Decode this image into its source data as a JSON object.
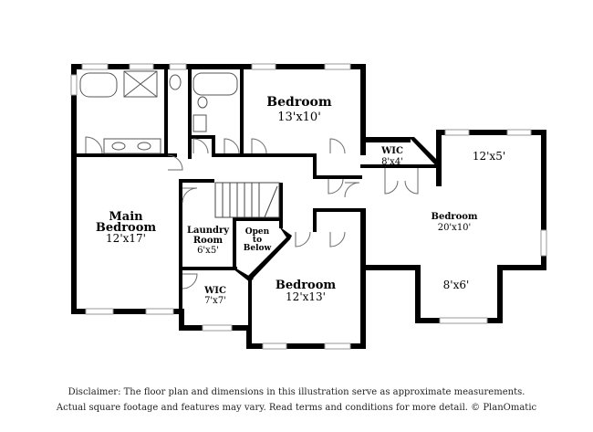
{
  "rooms": {
    "bedroom_top": {
      "name": "Bedroom",
      "size": "13'x10'"
    },
    "wic_right": {
      "name": "WIC",
      "size": "8'x4'"
    },
    "bedroom_right": {
      "name": "Bedroom",
      "size": "20'x10'"
    },
    "dim_upper": "12'x5'",
    "dim_lower": "8'x6'",
    "main_bedroom": {
      "line1": "Main",
      "line2": "Bedroom",
      "size": "12'x17'"
    },
    "laundry": {
      "line1": "Laundry",
      "line2": "Room",
      "size": "6'x5'"
    },
    "open_below": {
      "line1": "Open",
      "line2": "to",
      "line3": "Below"
    },
    "wic_left": {
      "name": "WIC",
      "size": "7'x7'"
    },
    "bedroom_bottom": {
      "name": "Bedroom",
      "size": "12'x13'"
    }
  },
  "disclaimer": {
    "line1": "Disclaimer: The floor plan and dimensions in this illustration serve as approximate measurements.",
    "line2": "Actual square footage and features may vary. Read terms and conditions for more detail. © PlanOmatic"
  }
}
